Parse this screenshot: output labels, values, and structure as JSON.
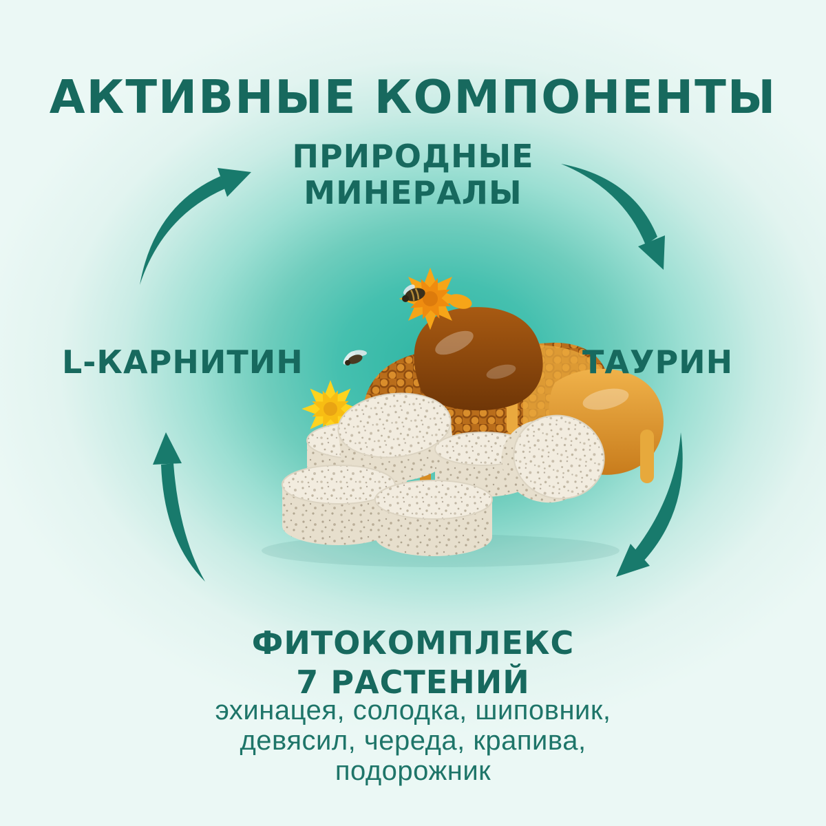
{
  "title": "АКТИВНЫЕ КОМПОНЕНТЫ",
  "diagram": {
    "top": {
      "line1": "ПРИРОДНЫЕ",
      "line2": "МИНЕРАЛЫ"
    },
    "left": {
      "label": "L-КАРНИТИН"
    },
    "right": {
      "label": "ТАУРИН"
    },
    "bottom": {
      "line1": "ФИТОКОМПЛЕКС",
      "line2": "7 РАСТЕНИЙ",
      "plants": {
        "line1": "эхинацея, солодка, шиповник,",
        "line2": "девясил, череда, крапива,",
        "line3": "подорожник"
      }
    }
  },
  "illustration": {
    "description": "pile of speckled tablets with honeycomb, calendula flowers and bees"
  },
  "colors": {
    "heading": "#17695e",
    "plants_text": "#1e7569",
    "arrow": "#187a6c",
    "background_center": "#2db4a2",
    "background_edge": "#ebf8f5",
    "honey": "#c87c1c",
    "tablet": "#f2ecdf",
    "flower": "#f6a518"
  }
}
